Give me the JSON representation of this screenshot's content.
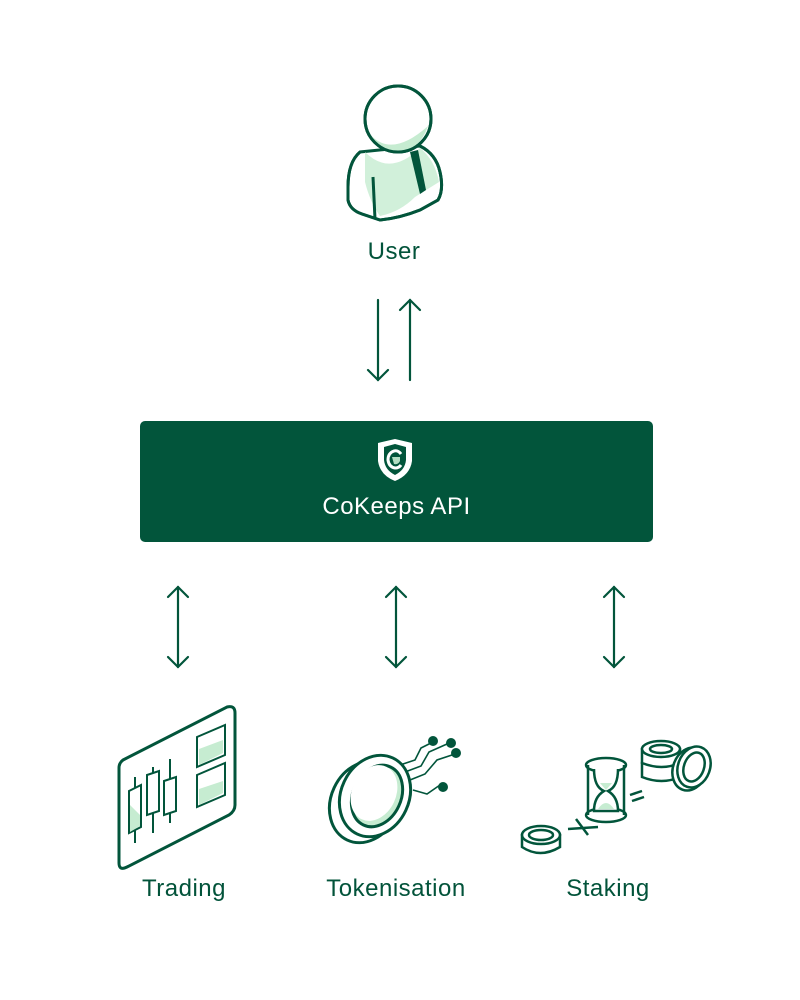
{
  "user": {
    "label": "User",
    "icon": "user-icon"
  },
  "api": {
    "label": "CoKeeps API",
    "icon": "shield-logo-icon"
  },
  "services": [
    {
      "label": "Trading",
      "icon": "trading-chart-icon"
    },
    {
      "label": "Tokenisation",
      "icon": "token-coin-icon"
    },
    {
      "label": "Staking",
      "icon": "staking-hourglass-coins-icon"
    }
  ],
  "colors": {
    "primary": "#02553b",
    "accent_light": "#c6ecd1",
    "background": "#ffffff"
  }
}
